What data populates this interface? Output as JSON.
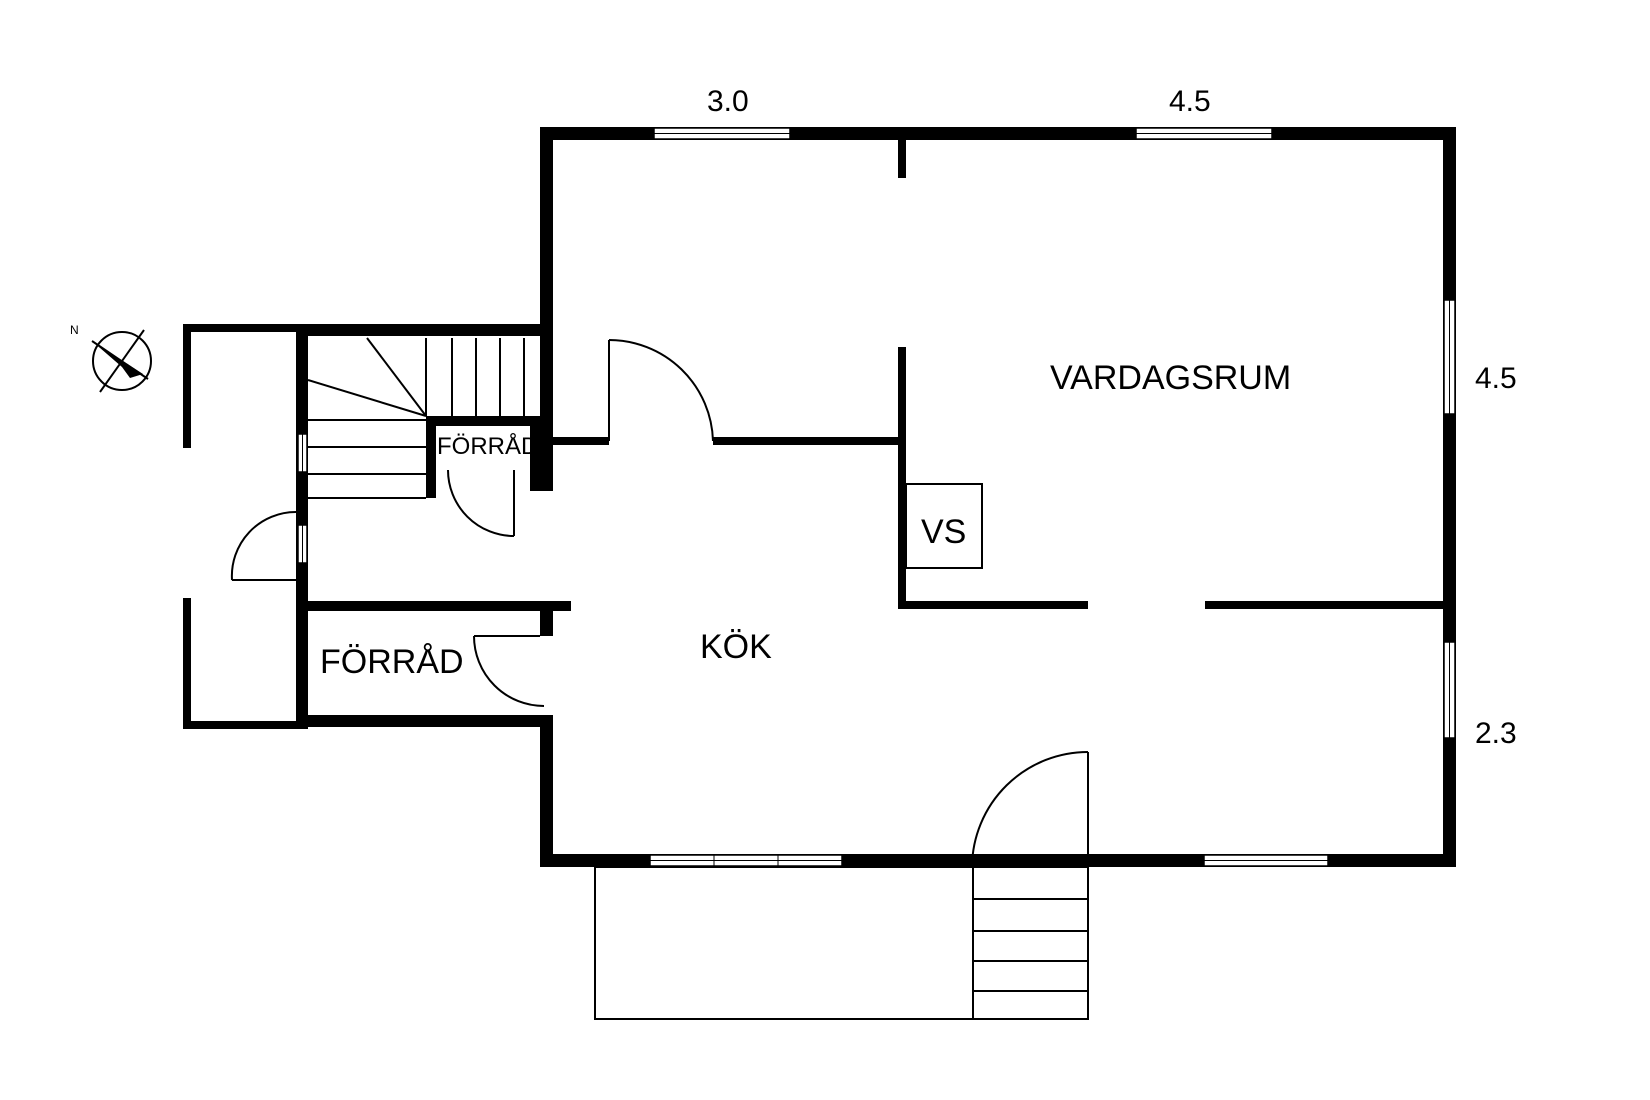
{
  "plan": {
    "rooms": {
      "vardagsrum": "VARDAGSRUM",
      "kok": "KÖK",
      "vs": "VS",
      "forrad_small": "FÖRRÅD",
      "forrad_large": "FÖRRÅD"
    },
    "dimensions": {
      "top_left": "3.0",
      "top_right": "4.5",
      "right_upper": "4.5",
      "right_lower": "2.3"
    },
    "compass": {
      "north_label": "N"
    }
  }
}
